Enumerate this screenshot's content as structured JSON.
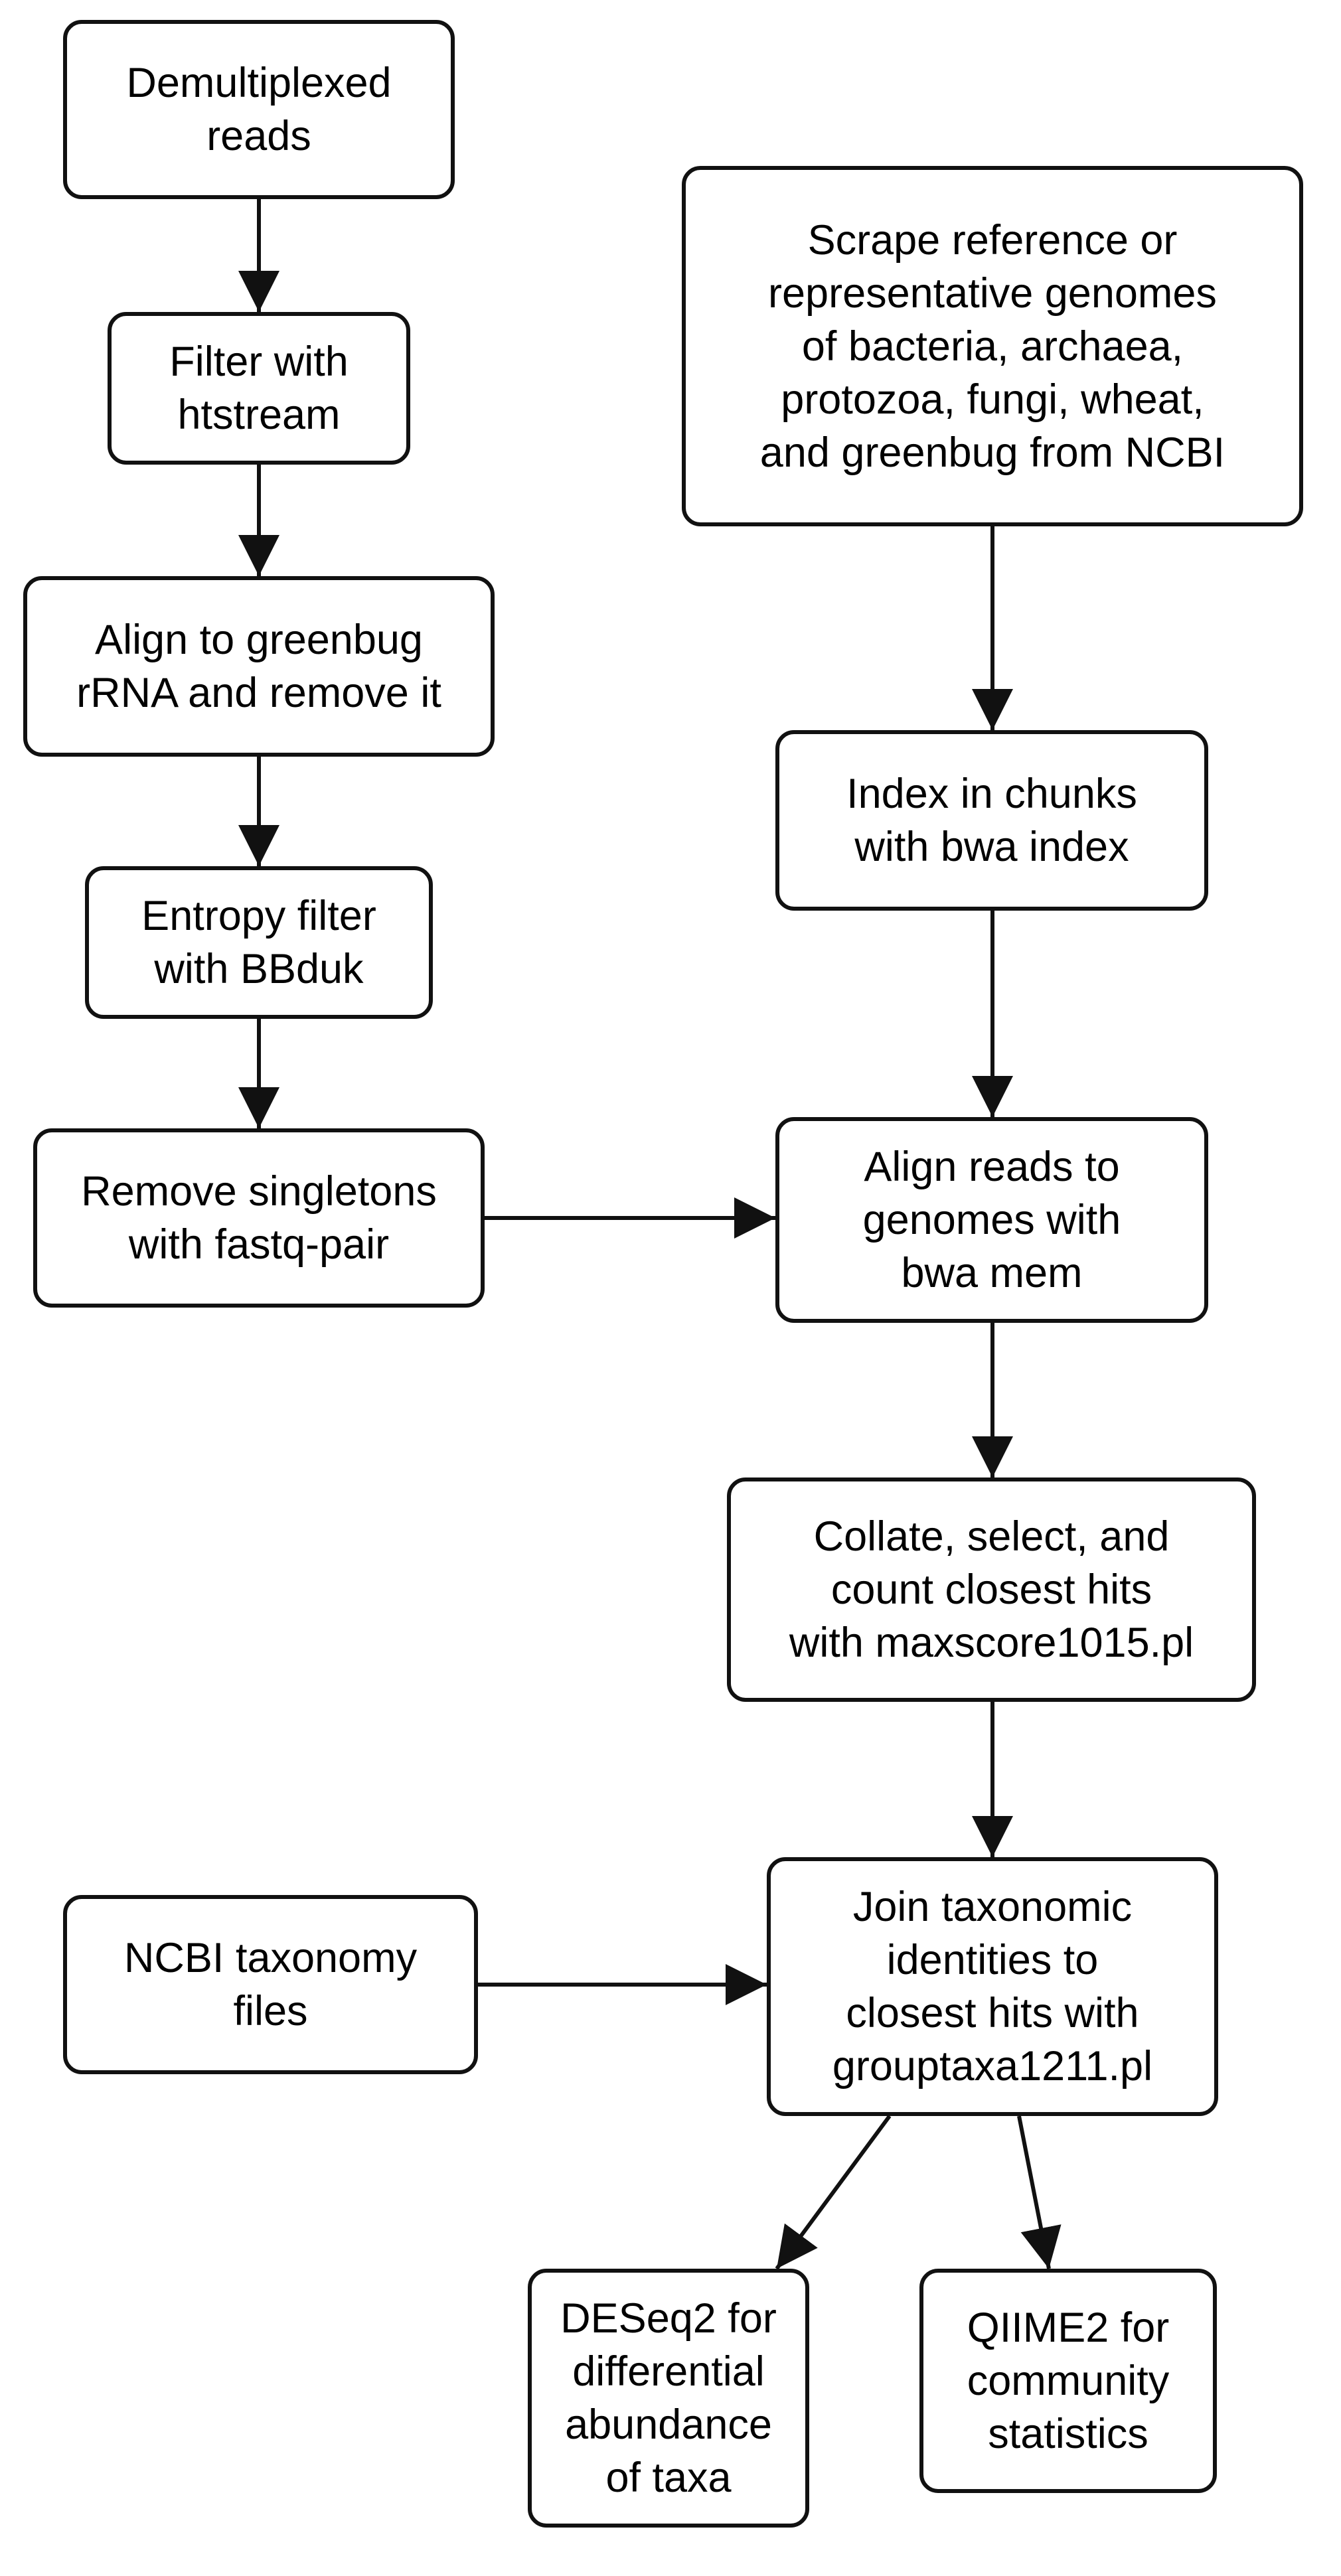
{
  "colors": {
    "stroke": "#111111",
    "text": "#000000",
    "background": "#ffffff"
  },
  "nodes": [
    {
      "id": "demultiplexed-reads",
      "lines": [
        "Demultiplexed",
        "reads"
      ]
    },
    {
      "id": "filter-htstream",
      "lines": [
        "Filter with",
        "htstream"
      ]
    },
    {
      "id": "align-greenbug-rrna",
      "lines": [
        "Align to greenbug",
        "rRNA and remove it"
      ]
    },
    {
      "id": "entropy-filter",
      "lines": [
        "Entropy filter",
        "with BBduk"
      ]
    },
    {
      "id": "remove-singletons",
      "lines": [
        "Remove singletons",
        "with fastq-pair"
      ]
    },
    {
      "id": "scrape-genomes",
      "lines": [
        "Scrape reference or",
        "representative genomes",
        "of bacteria, archaea,",
        "protozoa, fungi, wheat,",
        "and greenbug from NCBI"
      ]
    },
    {
      "id": "index-chunks",
      "lines": [
        "Index in chunks",
        "with bwa index"
      ]
    },
    {
      "id": "align-reads",
      "lines": [
        "Align reads to",
        "genomes with",
        "bwa mem"
      ]
    },
    {
      "id": "collate-hits",
      "lines": [
        "Collate, select, and",
        "count closest hits",
        "with maxscore1015.pl"
      ]
    },
    {
      "id": "ncbi-taxonomy",
      "lines": [
        "NCBI taxonomy",
        "files"
      ]
    },
    {
      "id": "join-taxonomy",
      "lines": [
        "Join taxonomic",
        "identities to",
        "closest hits with",
        "grouptaxa1211.pl"
      ]
    },
    {
      "id": "deseq2",
      "lines": [
        "DESeq2 for",
        "differential",
        "abundance",
        "of taxa"
      ]
    },
    {
      "id": "qiime2",
      "lines": [
        "QIIME2 for",
        "community",
        "statistics"
      ]
    }
  ],
  "edges": [
    {
      "from": "demultiplexed-reads",
      "to": "filter-htstream"
    },
    {
      "from": "filter-htstream",
      "to": "align-greenbug-rrna"
    },
    {
      "from": "align-greenbug-rrna",
      "to": "entropy-filter"
    },
    {
      "from": "entropy-filter",
      "to": "remove-singletons"
    },
    {
      "from": "remove-singletons",
      "to": "align-reads"
    },
    {
      "from": "scrape-genomes",
      "to": "index-chunks"
    },
    {
      "from": "index-chunks",
      "to": "align-reads"
    },
    {
      "from": "align-reads",
      "to": "collate-hits"
    },
    {
      "from": "collate-hits",
      "to": "join-taxonomy"
    },
    {
      "from": "ncbi-taxonomy",
      "to": "join-taxonomy"
    },
    {
      "from": "join-taxonomy",
      "to": "deseq2"
    },
    {
      "from": "join-taxonomy",
      "to": "qiime2"
    }
  ]
}
